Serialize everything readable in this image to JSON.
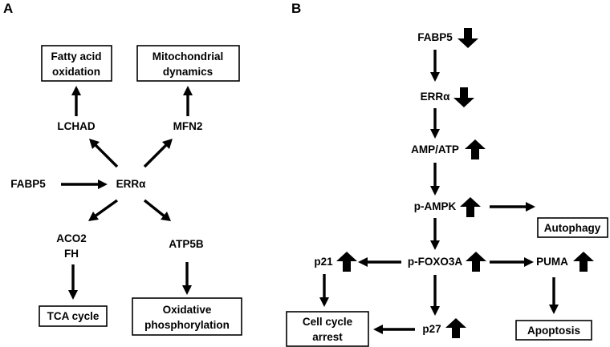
{
  "panels": {
    "a": "A",
    "b": "B"
  },
  "panel_a": {
    "fabp5": "FABP5",
    "erra": "ERRα",
    "lchad": "LCHAD",
    "mfn2": "MFN2",
    "aco2": "ACO2",
    "fh": "FH",
    "atp5b": "ATP5B",
    "fatty_acid_oxidation": [
      "Fatty acid",
      "oxidation"
    ],
    "mitochondrial_dynamics": [
      "Mitochondrial",
      "dynamics"
    ],
    "tca_cycle": "TCA cycle",
    "oxidative_phosphorylation": [
      "Oxidative",
      "phosphorylation"
    ]
  },
  "panel_b": {
    "fabp5": "FABP5",
    "erra": "ERRα",
    "amp_atp": "AMP/ATP",
    "p_ampk": "p-AMPK",
    "p_foxo3a": "p-FOXO3A",
    "p21": "p21",
    "puma": "PUMA",
    "p27": "p27",
    "autophagy": "Autophagy",
    "apoptosis": "Apoptosis",
    "cell_cycle_arrest": [
      "Cell cycle",
      "arrest"
    ]
  },
  "regulation": {
    "fabp5": "down",
    "erra": "down",
    "amp_atp": "up",
    "p_ampk": "up",
    "p_foxo3a": "up",
    "p21": "up",
    "puma": "up",
    "p27": "up"
  }
}
